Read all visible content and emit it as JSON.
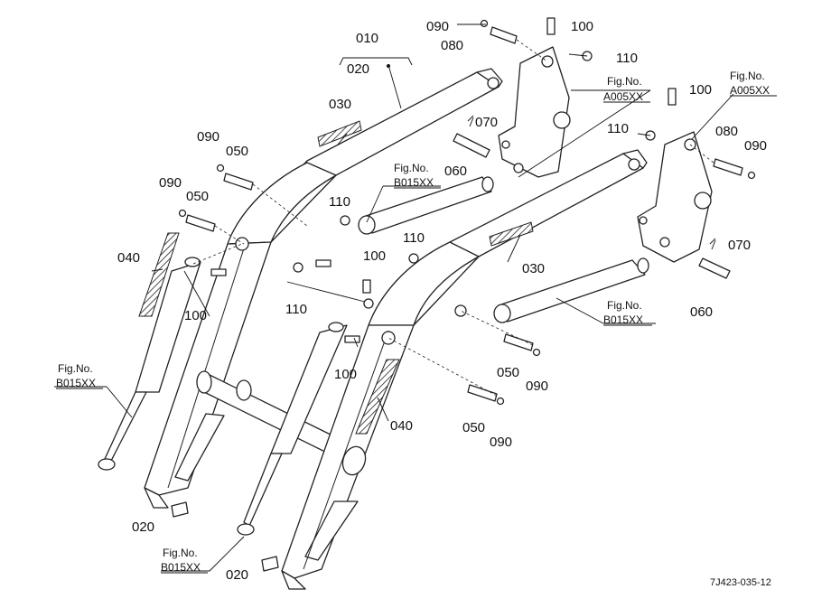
{
  "labels": {
    "l010": "010",
    "l020_top": "020",
    "l020_a": "020",
    "l020_b": "020",
    "l030_left": "030",
    "l030_right": "030",
    "l040_left": "040",
    "l040_right": "040",
    "l050_a": "050",
    "l050_b": "050",
    "l050_c": "050",
    "l050_d": "050",
    "l060_a": "060",
    "l060_b": "060",
    "l070_a": "070",
    "l070_b": "070",
    "l080_a": "080",
    "l080_b": "080",
    "l090_a": "090",
    "l090_b": "090",
    "l090_c": "090",
    "l090_d": "090",
    "l090_e": "090",
    "l090_f": "090",
    "l100_a": "100",
    "l100_b": "100",
    "l100_c": "100",
    "l100_d": "100",
    "l100_e": "100",
    "l110_a": "110",
    "l110_b": "110",
    "l110_c": "110",
    "l110_d": "110",
    "l110_e": "110"
  },
  "fig_refs": {
    "figno": "Fig.No.",
    "a005_1": "A005XX",
    "a005_2": "A005XX",
    "b015_1": "B015XX",
    "b015_2": "B015XX",
    "b015_3": "B015XX",
    "b015_4": "B015XX"
  },
  "drawing_code": "7J423-035-12"
}
